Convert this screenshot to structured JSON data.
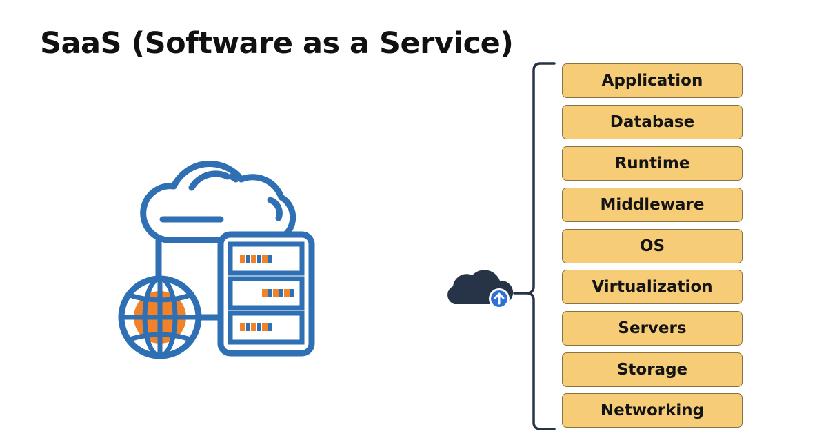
{
  "title": "SaaS (Software as a Service)",
  "colors": {
    "layer_fill": "#f6cd76",
    "layer_border": "#8a7240",
    "icon_blue": "#2f6fb3",
    "icon_orange": "#f08229",
    "cloud_dark": "#273447",
    "upload_blue": "#2f6fd8",
    "bracket": "#273447"
  },
  "icons": {
    "illustration": "cloud-server-globe-icon",
    "badge": "cloud-upload-icon"
  },
  "stack": {
    "layers": [
      "Application",
      "Database",
      "Runtime",
      "Middleware",
      "OS",
      "Virtualization",
      "Servers",
      "Storage",
      "Networking"
    ]
  }
}
